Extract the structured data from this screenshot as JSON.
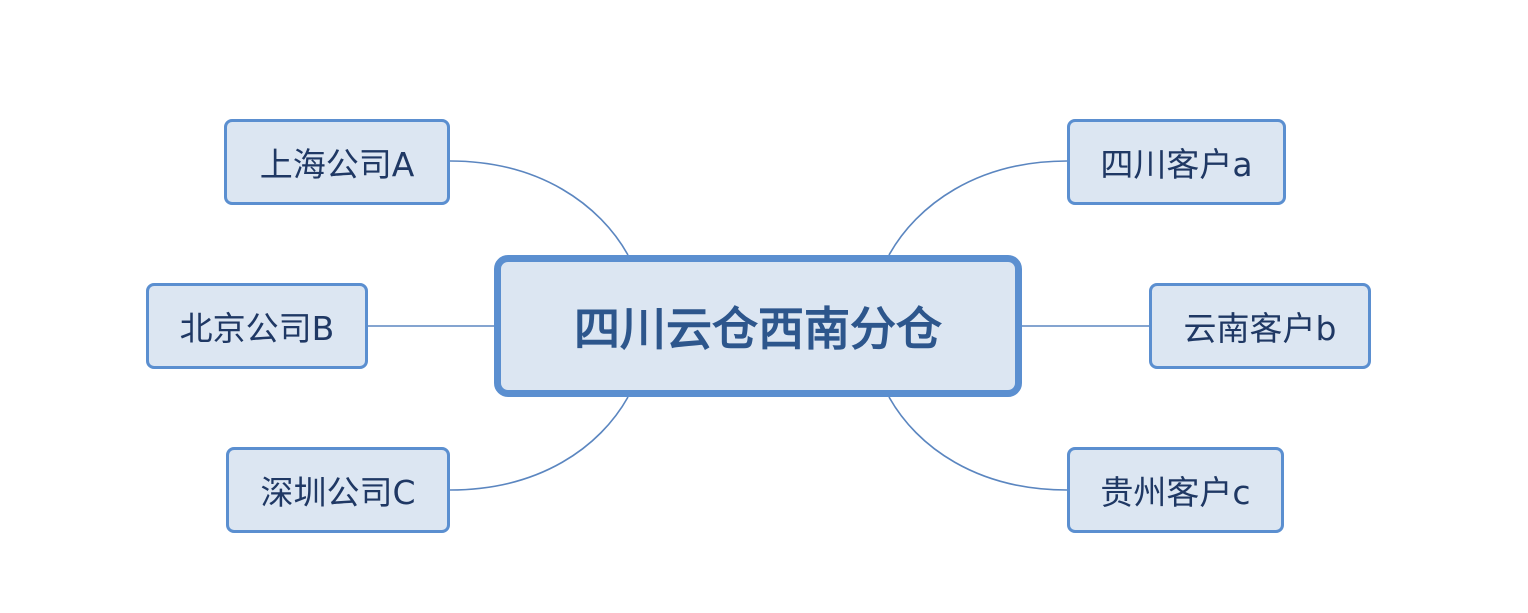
{
  "diagram": {
    "center": "四川云仓西南分仓",
    "left_nodes": [
      "上海公司A",
      "北京公司B",
      "深圳公司C"
    ],
    "right_nodes": [
      "四川客户a",
      "云南客户b",
      "贵州客户c"
    ]
  },
  "colors": {
    "node_fill": "#dce6f2",
    "node_border": "#5b8fd0",
    "connector": "#5b86c0",
    "leaf_text": "#1f3864",
    "center_text": "#2d568c"
  }
}
